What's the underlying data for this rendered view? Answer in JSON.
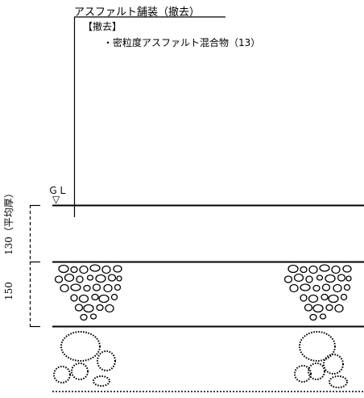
{
  "title": "アスファルト舗装（撤去）",
  "removal": {
    "heading": "【撤去】",
    "item": "・密粒度アスファルト混合物（13）"
  },
  "gl_label": "ＧＬ",
  "gl_marker": "▽",
  "layers": [
    {
      "id": "asphalt",
      "label": "130（平均厚）"
    },
    {
      "id": "base",
      "label": "150"
    },
    {
      "id": "subbase",
      "label": ""
    }
  ]
}
